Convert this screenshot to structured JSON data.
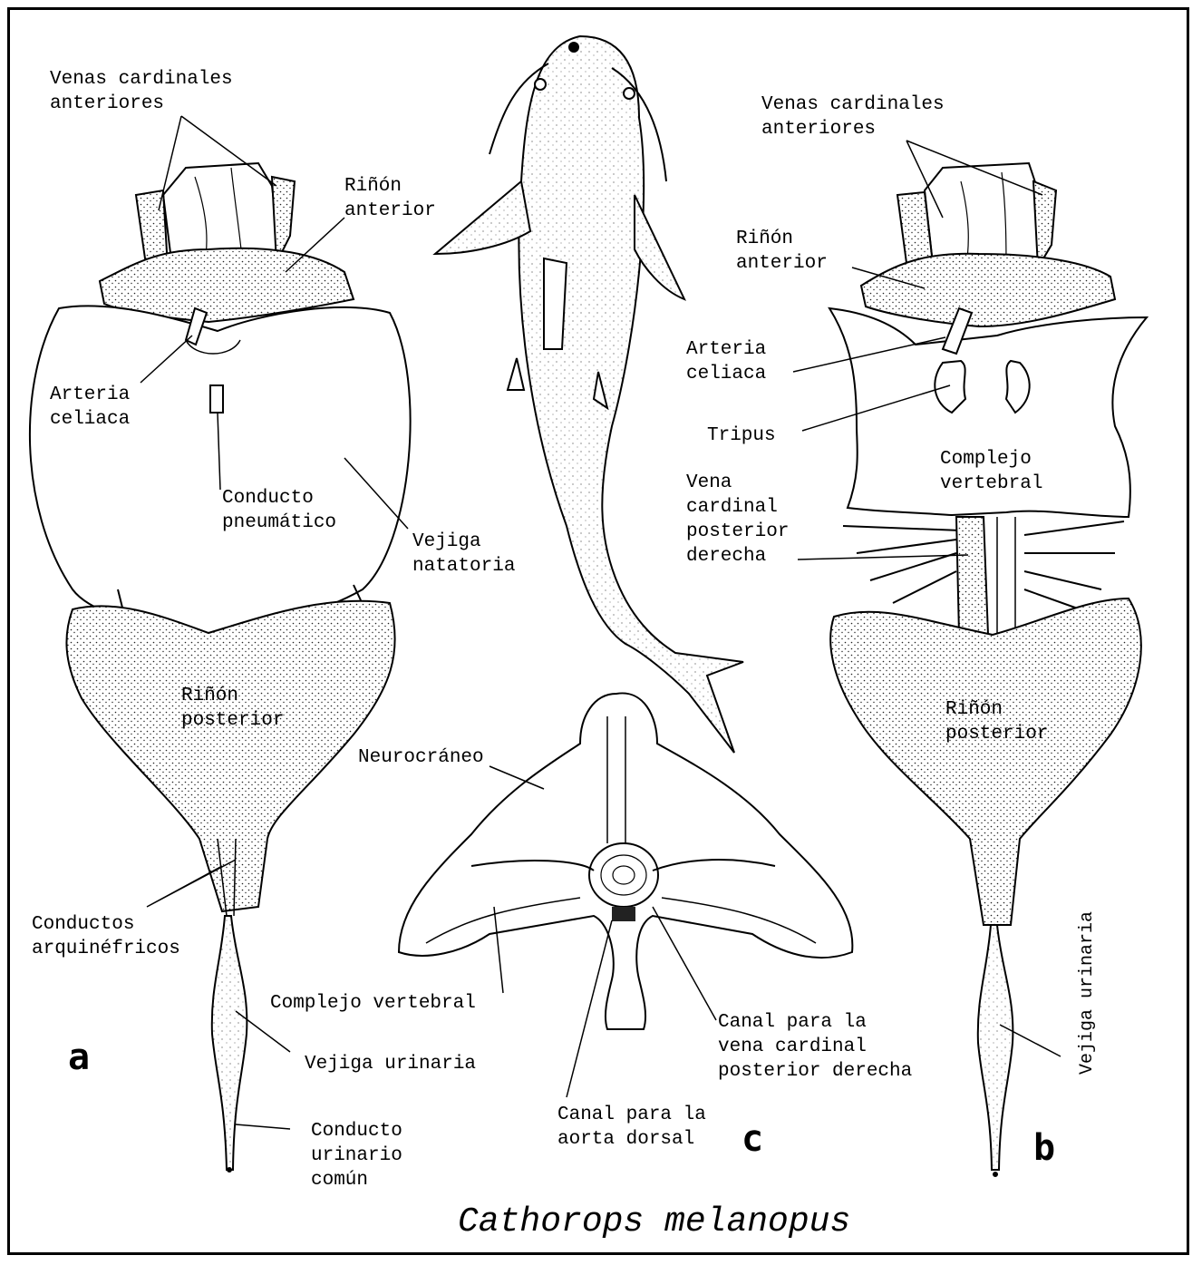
{
  "species_title": "Cathorops melanopus",
  "panel_letters": {
    "a": "a",
    "b": "b",
    "c": "c"
  },
  "panel_a": {
    "venas_cardinales": [
      "Venas cardinales",
      "anteriores"
    ],
    "rinon_anterior": [
      "Riñón",
      "anterior"
    ],
    "arteria_celiaca": [
      "Arteria",
      "celiaca"
    ],
    "conducto_pneumatico": [
      "Conducto",
      "pneumático"
    ],
    "vejiga_natatoria": [
      "Vejiga",
      "natatoria"
    ],
    "rinon_posterior": [
      "Riñón",
      "posterior"
    ],
    "conductos_arquinefricos": [
      "Conductos",
      "arquinéfricos"
    ],
    "vejiga_urinaria": "Vejiga urinaria",
    "conducto_urinario": [
      "Conducto",
      "urinario",
      "común"
    ]
  },
  "panel_b": {
    "venas_cardinales": [
      "Venas cardinales",
      "anteriores"
    ],
    "rinon_anterior": [
      "Riñón",
      "anterior"
    ],
    "arteria_celiaca": [
      "Arteria",
      "celiaca"
    ],
    "tripus": "Tripus",
    "complejo_vertebral": [
      "Complejo",
      "vertebral"
    ],
    "vena_cardinal": [
      "Vena",
      "cardinal",
      "posterior",
      "derecha"
    ],
    "rinon_posterior": [
      "Riñón",
      "posterior"
    ],
    "vejiga_urinaria": "Vejiga urinaria"
  },
  "panel_c": {
    "neurocraneo": "Neurocráneo",
    "complejo_vertebral": "Complejo vertebral",
    "canal_vena": [
      "Canal para la",
      "vena cardinal",
      "posterior derecha"
    ],
    "canal_aorta": [
      "Canal para la",
      "aorta dorsal"
    ]
  }
}
